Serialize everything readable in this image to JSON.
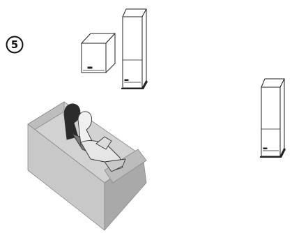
{
  "step": {
    "number": "5",
    "icon": "circled-step-number"
  },
  "illustration": {
    "items": [
      {
        "name": "subwoofer",
        "icon": "subwoofer-cube"
      },
      {
        "name": "tower-speaker-left",
        "icon": "floor-standing-speaker"
      },
      {
        "name": "tower-speaker-right",
        "icon": "floor-standing-speaker"
      },
      {
        "name": "sofa",
        "icon": "sofa"
      },
      {
        "name": "listeners",
        "icon": "seated-people"
      }
    ],
    "colors": {
      "line": "#222222",
      "sofa": "#c4c4c4",
      "sofa_shade": "#9a9a9a",
      "paper": "#ffffff"
    }
  }
}
